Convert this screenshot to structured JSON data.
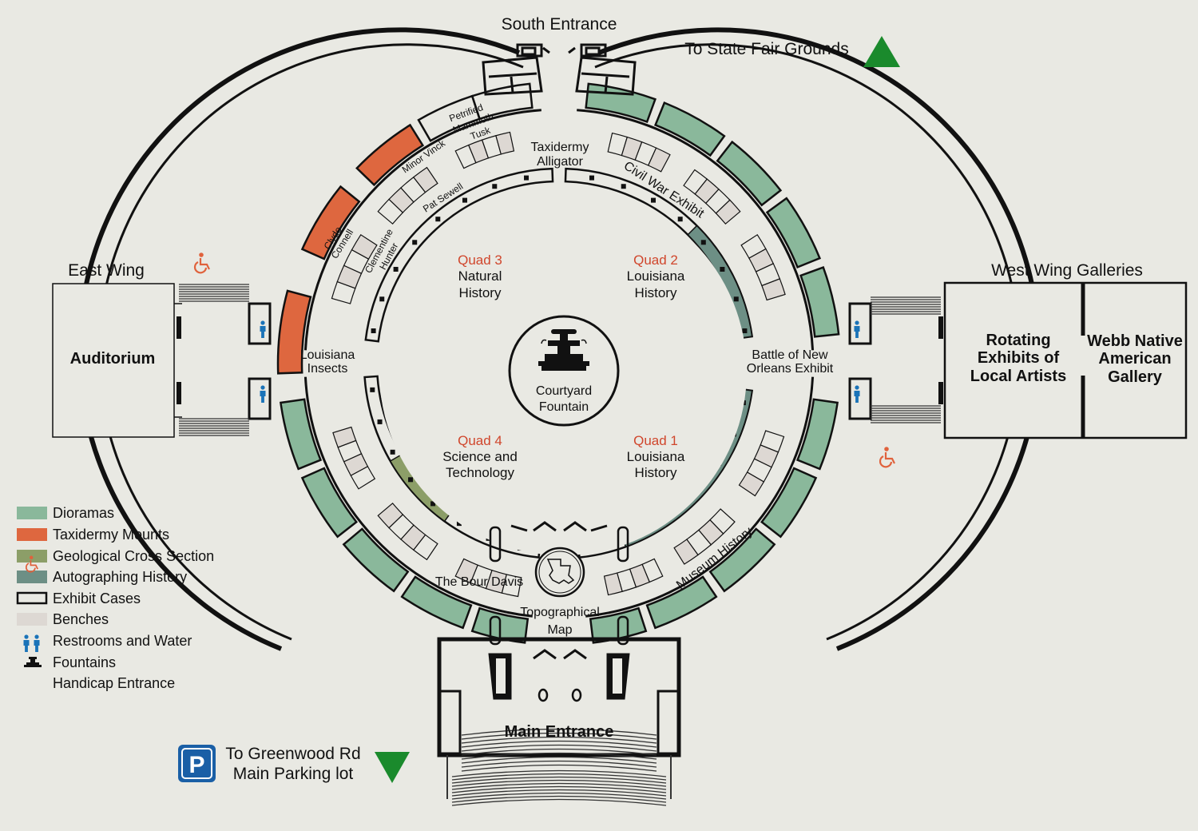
{
  "colors": {
    "background": "#e9e9e3",
    "dioramas": "#8ab89b",
    "taxidermy": "#de673f",
    "geological": "#8c9e68",
    "autographing": "#6d8f85",
    "benches": "#ddd8d3",
    "restroom": "#1a73b8",
    "handicap": "#e0623c",
    "arrow": "#1a8a2c",
    "parking": "#1a5fa6",
    "quad_label": "#d0462c"
  },
  "entrances": {
    "south": "South Entrance",
    "main": "Main Entrance",
    "fairgrounds": "To State Fair Grounds",
    "parking_line1": "To Greenwood Rd",
    "parking_line2": "Main Parking lot",
    "parking_sign": "P"
  },
  "wings": {
    "east": "East Wing",
    "auditorium": "Auditorium",
    "west": "West Wing Galleries",
    "rotating": [
      "Rotating",
      "Exhibits of",
      "Local Artists"
    ],
    "webb": [
      "Webb Native",
      "American",
      "Gallery"
    ]
  },
  "quads": [
    {
      "id": "Quad 3",
      "l1": "Natural",
      "l2": "History"
    },
    {
      "id": "Quad 2",
      "l1": "Louisiana",
      "l2": "History"
    },
    {
      "id": "Quad 4",
      "l1": "Science and",
      "l2": "Technology"
    },
    {
      "id": "Quad 1",
      "l1": "Louisiana",
      "l2": "History"
    }
  ],
  "fountain": {
    "l1": "Courtyard",
    "l2": "Fountain"
  },
  "exhibits": {
    "insects": [
      "Louisiana",
      "Insects"
    ],
    "battle": [
      "Battle of New",
      "Orleans Exhibit"
    ],
    "alligator": [
      "Taxidermy",
      "Alligator"
    ],
    "mammoth": [
      "Petrified",
      "Mammoth",
      "Tusk"
    ],
    "civil_war": "Civil War Exhibit",
    "museum_history": "Museum History",
    "bour_davis": "The Bour Davis",
    "topo": [
      "Topographical",
      "Map"
    ],
    "minor_vinck": "Minor Vinck",
    "pat_sewell": "Pat Sewell",
    "clyde": [
      "Clyde",
      "Connell"
    ],
    "clementine": [
      "Clementine",
      "Hunter"
    ]
  },
  "legend": [
    {
      "label": "Dioramas",
      "icon": "dioramas-swatch"
    },
    {
      "label": "Taxidermy Mounts",
      "icon": "taxidermy-swatch"
    },
    {
      "label": "Geological Cross Section",
      "icon": "geological-swatch"
    },
    {
      "label": "Autographing History",
      "icon": "autographing-swatch"
    },
    {
      "label": "Exhibit Cases",
      "icon": "exhibit-case-swatch"
    },
    {
      "label": "Benches",
      "icon": "bench-swatch"
    },
    {
      "label": "Restrooms and Water",
      "icon": "restroom-icon"
    },
    {
      "label": "Fountains",
      "icon": "fountain-icon"
    },
    {
      "label": "Handicap Entrance",
      "icon": "handicap-icon"
    }
  ]
}
